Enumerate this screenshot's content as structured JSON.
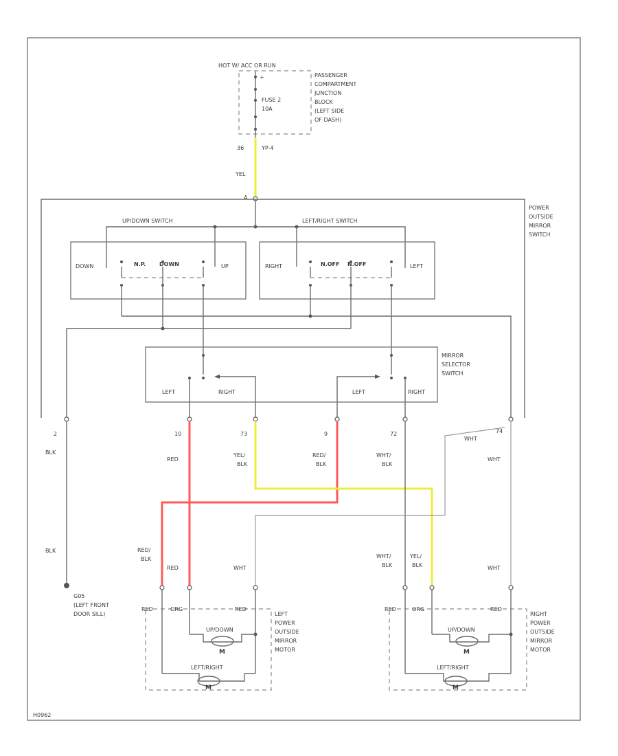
{
  "top": {
    "source_label": "HOT W/ ACC OR RUN",
    "fuse_label": "FUSE 2",
    "fuse_rating": "10A",
    "junction_lines": [
      "PASSENGER",
      "COMPARTMENT",
      "JUNCTION",
      "BLOCK",
      "(LEFT SIDE",
      "OF DASH)"
    ],
    "circuit": "36",
    "connector": "YP-4",
    "wire_color": "YEL"
  },
  "switch_assembly": {
    "title_lines": [
      "POWER",
      "OUTSIDE",
      "MIRROR",
      "SWITCH"
    ],
    "updown": {
      "title": "UP/DOWN SWITCH",
      "left": "DOWN",
      "middle_left": "N.P.",
      "middle_right": "DOWN",
      "right": "UP"
    },
    "leftright": {
      "title": "LEFT/RIGHT SWITCH",
      "left": "RIGHT",
      "middle_left": "N.OFF",
      "middle_right": "N.OFF",
      "right": "LEFT"
    }
  },
  "selector": {
    "title_lines": [
      "MIRROR",
      "SELECTOR",
      "SWITCH"
    ],
    "left_left": "LEFT",
    "left_right": "RIGHT",
    "right_left": "LEFT",
    "right_right": "RIGHT"
  },
  "circuits": {
    "c1": "2",
    "c2": "10",
    "c3": "73",
    "c4": "9",
    "c5": "72",
    "c6": "74"
  },
  "wires": {
    "blk1": "BLK",
    "blk2": "BLK",
    "red1": "RED",
    "yel_blk_1": "YEL/",
    "yel_blk_2": "BLK",
    "red_blk_1": "RED/",
    "red_blk_2": "BLK",
    "wht_blk_1": "WHT/",
    "wht_blk_2": "BLK",
    "wht_1": "WHT",
    "wht_2": "WHT",
    "red_blk_l1": "RED/",
    "red_blk_l2": "BLK",
    "red2": "RED",
    "wht_3": "WHT",
    "wht_blk_r1": "WHT/",
    "wht_blk_r2": "BLK",
    "yel_blk_r1": "YEL/",
    "yel_blk_r2": "BLK",
    "wht_4": "WHT"
  },
  "ground": {
    "lines": [
      "G05",
      "(LEFT FRONT",
      "DOOR SILL)"
    ]
  },
  "left_motor": {
    "title_lines": [
      "LEFT",
      "POWER",
      "OUTSIDE",
      "MIRROR",
      "MOTOR"
    ],
    "pins": [
      "RED",
      "ORG",
      "RED"
    ],
    "updown": "UP/DOWN",
    "leftright": "LEFT/RIGHT",
    "m": "M"
  },
  "right_motor": {
    "title_lines": [
      "RIGHT",
      "POWER",
      "OUTSIDE",
      "MIRROR",
      "MOTOR"
    ],
    "pins": [
      "RED",
      "ORG",
      "RED"
    ],
    "updown": "UP/DOWN",
    "leftright": "LEFT/RIGHT",
    "m": "M"
  },
  "footer_code": "H0962"
}
